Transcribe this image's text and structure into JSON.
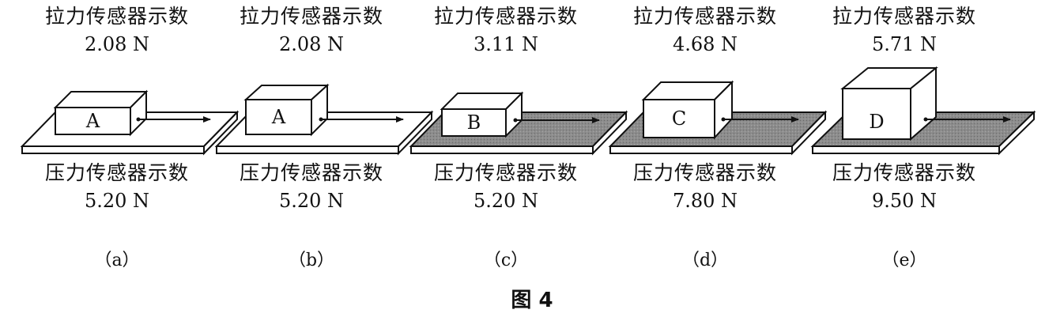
{
  "figure_caption": "图 4",
  "panels": [
    {
      "pull_label": "拉力传感器示数",
      "pull_value": "2.08 N",
      "block": "A",
      "pressure_label": "压力传感器示数",
      "pressure_value": "5.20 N",
      "sub_label": "（a）",
      "surface": "smooth"
    },
    {
      "pull_label": "拉力传感器示数",
      "pull_value": "2.08 N",
      "block": "A",
      "pressure_label": "压力传感器示数",
      "pressure_value": "5.20 N",
      "sub_label": "（b）",
      "surface": "smooth"
    },
    {
      "pull_label": "拉力传感器示数",
      "pull_value": "3.11 N",
      "block": "B",
      "pressure_label": "压力传感器示数",
      "pressure_value": "5.20 N",
      "sub_label": "（c）",
      "surface": "rough"
    },
    {
      "pull_label": "拉力传感器示数",
      "pull_value": "4.68 N",
      "block": "C",
      "pressure_label": "压力传感器示数",
      "pressure_value": "7.80 N",
      "sub_label": "（d）",
      "surface": "rough"
    },
    {
      "pull_label": "拉力传感器示数",
      "pull_value": "5.71 N",
      "block": "D",
      "pressure_label": "压力传感器示数",
      "pressure_value": "9.50 N",
      "sub_label": "（e）",
      "surface": "rough"
    }
  ],
  "colors": {
    "smooth_surface": "#ffffff",
    "rough_surface": "#8c8c8c",
    "block_face": "#ffffff",
    "stroke": "#111111"
  }
}
